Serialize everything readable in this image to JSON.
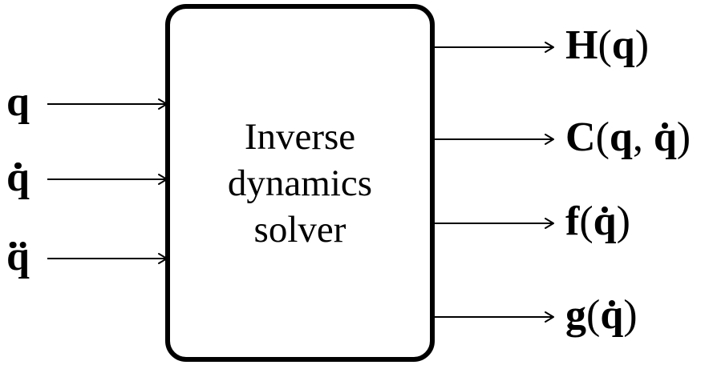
{
  "box": {
    "text": "Inverse dynamics solver",
    "lines": [
      "Inverse",
      "dynamics",
      "solver"
    ]
  },
  "inputs": [
    {
      "text": "q",
      "tokens": [
        {
          "text": "q",
          "bold": true
        }
      ]
    },
    {
      "text": "q̇",
      "tokens": [
        {
          "text": "q",
          "bold": true,
          "accent": "dot"
        }
      ]
    },
    {
      "text": "q̈",
      "tokens": [
        {
          "text": "q",
          "bold": true,
          "accent": "ddot"
        }
      ]
    }
  ],
  "outputs": [
    {
      "text": "H(q)",
      "tokens": [
        {
          "text": "H",
          "bold": true
        },
        {
          "text": "("
        },
        {
          "text": "q",
          "bold": true
        },
        {
          "text": ")"
        }
      ]
    },
    {
      "text": "C(q, q̇)",
      "tokens": [
        {
          "text": "C",
          "bold": true
        },
        {
          "text": "("
        },
        {
          "text": "q",
          "bold": true
        },
        {
          "text": ", "
        },
        {
          "text": "q",
          "bold": true,
          "accent": "dot"
        },
        {
          "text": ")"
        }
      ]
    },
    {
      "text": "f(q̇)",
      "tokens": [
        {
          "text": "f",
          "bold": true
        },
        {
          "text": "("
        },
        {
          "text": "q",
          "bold": true,
          "accent": "dot"
        },
        {
          "text": ")"
        }
      ]
    },
    {
      "text": "g(q̇)",
      "tokens": [
        {
          "text": "g",
          "bold": true
        },
        {
          "text": "("
        },
        {
          "text": "q",
          "bold": true,
          "accent": "dot"
        },
        {
          "text": ")"
        }
      ]
    }
  ],
  "colors": {
    "stroke": "#000000",
    "background": "#ffffff"
  }
}
